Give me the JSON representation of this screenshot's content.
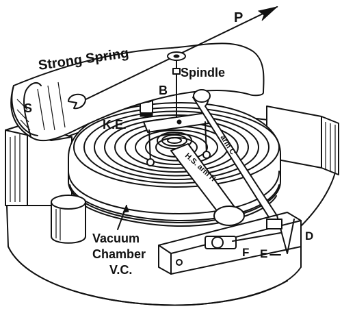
{
  "labels": {
    "pointer": "P",
    "strong_spring": "Strong Spring",
    "spring_s": "S",
    "spindle": "Spindle",
    "bridge": "B",
    "ke": "K.E.",
    "arm_c": "arm C",
    "hs_arm": "H.S. arm H",
    "vacuum_line1": "Vacuum",
    "vacuum_line2": "Chamber",
    "vacuum_line3": "V.C.",
    "f": "F",
    "e": "E",
    "d": "D"
  }
}
